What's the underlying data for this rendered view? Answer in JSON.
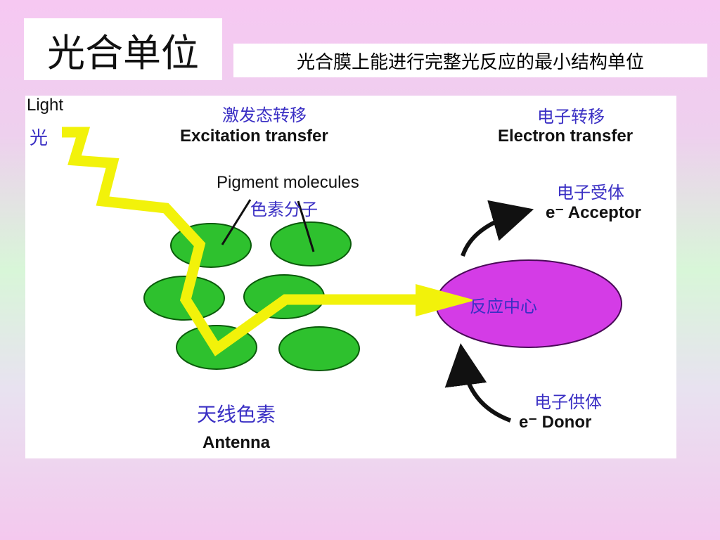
{
  "slide": {
    "title": "光合单位",
    "subtitle": "光合膜上能进行完整光反应的最小结构单位"
  },
  "diagram": {
    "light_en": "Light",
    "light_cn": "光",
    "excitation_cn": "激发态转移",
    "excitation_en": "Excitation transfer",
    "electron_cn": "电子转移",
    "electron_en": "Electron transfer",
    "pigment_en": "Pigment molecules",
    "pigment_cn": "色素分子",
    "acceptor_cn": "电子受体",
    "acceptor_en": "e⁻ Acceptor",
    "reaction_center": "反应中心",
    "donor_cn": "电子供体",
    "donor_en": "e⁻ Donor",
    "antenna_cn": "天线色素",
    "antenna_en": "Antenna"
  },
  "colors": {
    "pigment_green": "#2ec12e",
    "reaction_center_purple": "#d43ce6",
    "light_path_yellow": "#f2f20a",
    "label_blue": "#3a2fc4"
  }
}
